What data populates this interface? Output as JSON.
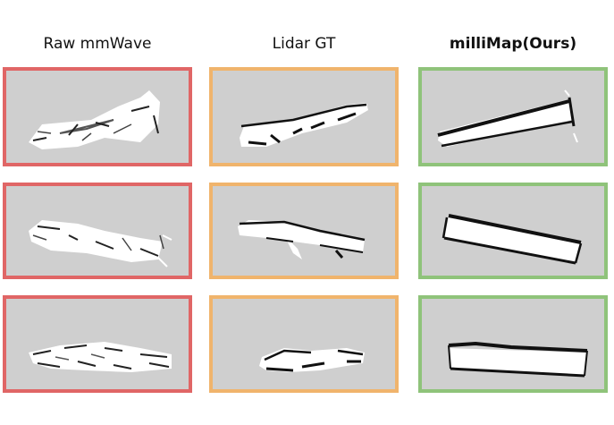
{
  "columns": [
    {
      "title": "Raw mmWave",
      "border": "#e06666"
    },
    {
      "title": "Lidar GT",
      "border": "#f0b46c"
    },
    {
      "title": "milliMap(Ours)",
      "border": "#8fc37a"
    }
  ],
  "panel_background": "#cfcfcf"
}
